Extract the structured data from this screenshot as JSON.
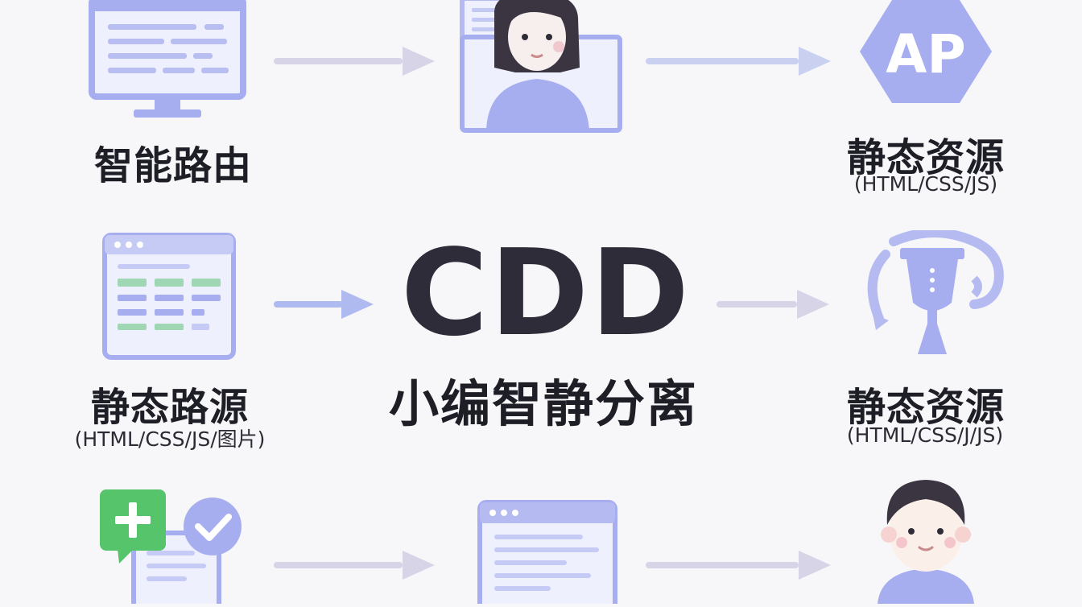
{
  "center": {
    "title": "CDD",
    "subtitle": "小编智静分离"
  },
  "nodes": {
    "smart_routing": {
      "label": "智能路由",
      "icon": "monitor-document-icon"
    },
    "top_middle": {
      "label": "",
      "icon": "user-profile-card-icon"
    },
    "static_resource_top": {
      "label": "静态资源",
      "sub": "(HTML/CSS/JS)",
      "icon": "ap-hexagon-icon"
    },
    "static_routing": {
      "label": "静态路源",
      "sub": "(HTML/CSS/JS/图片)",
      "icon": "table-window-icon"
    },
    "static_resource_mid": {
      "label": "静态资源",
      "sub": "(HTML/CSS/J/JS)",
      "icon": "trophy-cycle-icon"
    },
    "bottom_left": {
      "icon": "add-check-document-icon"
    },
    "bottom_middle": {
      "icon": "browser-window-icon"
    },
    "bottom_right": {
      "icon": "user-avatar-icon"
    }
  },
  "colors": {
    "accent": "#a7aef0",
    "accent_dark": "#8e96e8",
    "green": "#55c46a",
    "arrow_light": "#d4d3e6",
    "arrow_blue": "#aebaf0",
    "text": "#1e1e26"
  }
}
